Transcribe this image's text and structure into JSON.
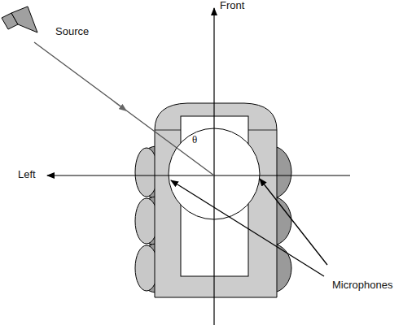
{
  "diagram": {
    "labels": [
      "Front",
      "Source",
      "θ",
      "Left",
      "Microphones"
    ]
  }
}
